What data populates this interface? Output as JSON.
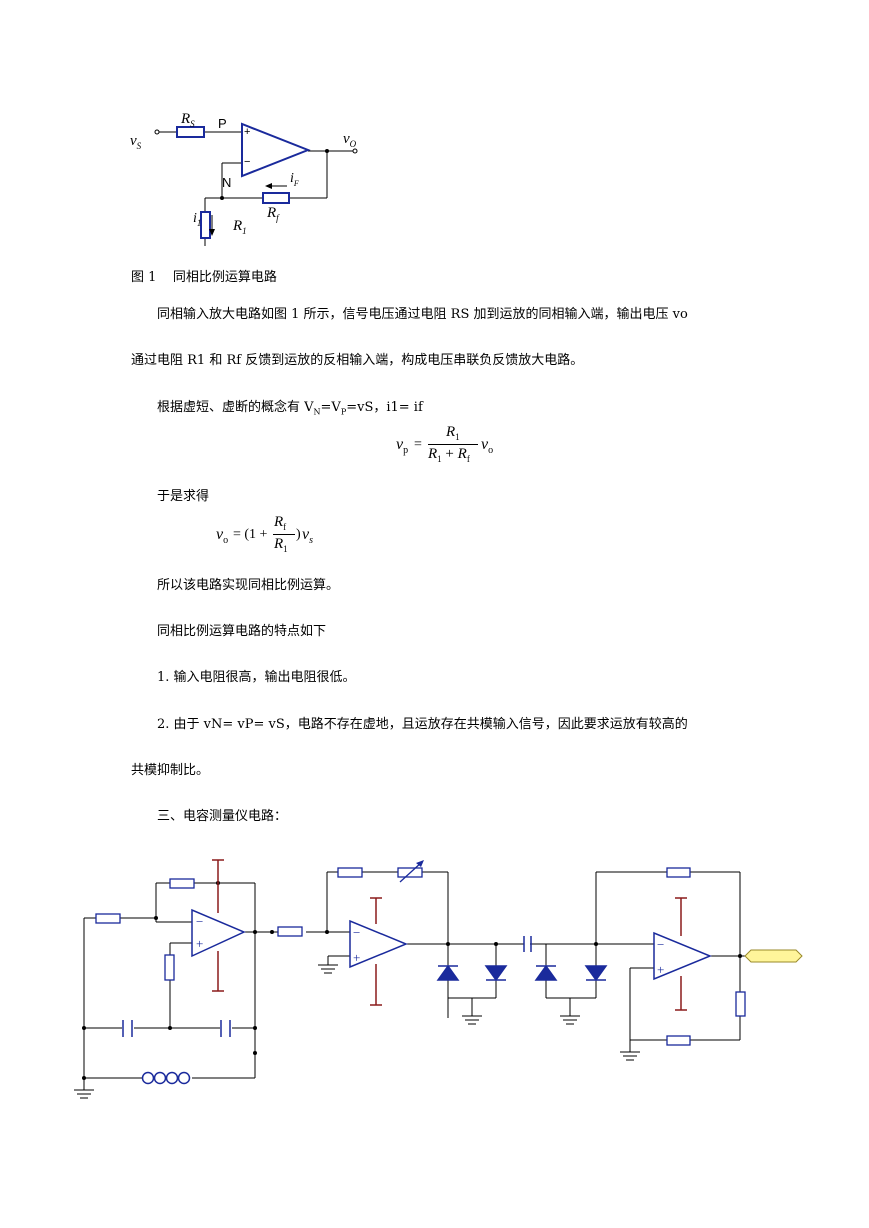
{
  "figure1": {
    "labels": {
      "vs": "v",
      "vs_sub": "S",
      "rs": "R",
      "rs_sub": "S",
      "p": "P",
      "plus": "+",
      "minus": "−",
      "vo": "v",
      "vo_sub": "O",
      "n": "N",
      "if": "i",
      "if_sub": "F",
      "rf": "R",
      "rf_sub": "f",
      "i1": "i",
      "i1_sub": "1",
      "r1": "R",
      "r1_sub": "1"
    },
    "caption": "图 1    同相比例运算电路"
  },
  "paragraphs": {
    "p1_line1": "同相输入放大电路如图 1 所示，信号电压通过电阻 RS 加到运放的同相输入端，输出电压 vo",
    "p1_line2": "通过电阻 R1 和 Rf 反馈到运放的反相输入端，构成电压串联负反馈放大电路。",
    "p2_prefix": "根据虚短、虚断的概念有 V",
    "p2_sub1": "N",
    "p2_mid": "=V",
    "p2_sub2": "P",
    "p2_suffix": "=vS，i1= if",
    "p3": "于是求得",
    "p4": "所以该电路实现同相比例运算。",
    "p5": "同相比例运算电路的特点如下",
    "p6": "1. 输入电阻很高，输出电阻很低。",
    "p7_line1": "2. 由于 vN= vP= vS，电路不存在虚地，且运放存在共模输入信号，因此要求运放有较高的",
    "p7_line2": "共模抑制比。",
    "p8": "三、电容测量仪电路："
  },
  "equation1": {
    "lhs": "v",
    "lhs_sub": "p",
    "eq": "=",
    "num": "R",
    "num_sub": "1",
    "den_a": "R",
    "den_a_sub": "1",
    "den_plus": "+",
    "den_b": "R",
    "den_b_sub": "f",
    "rhs": "v",
    "rhs_sub": "o"
  },
  "equation2": {
    "lhs": "v",
    "lhs_sub": "o",
    "eq": "= (1 +",
    "num": "R",
    "num_sub": "f",
    "den": "R",
    "den_sub": "1",
    "close": ")",
    "rhs": "v",
    "rhs_sub": "s"
  },
  "colors": {
    "wire": "#000000",
    "component": "#1a2a9c",
    "supply": "#8b1a1a",
    "output_tag": "#fff59a"
  }
}
